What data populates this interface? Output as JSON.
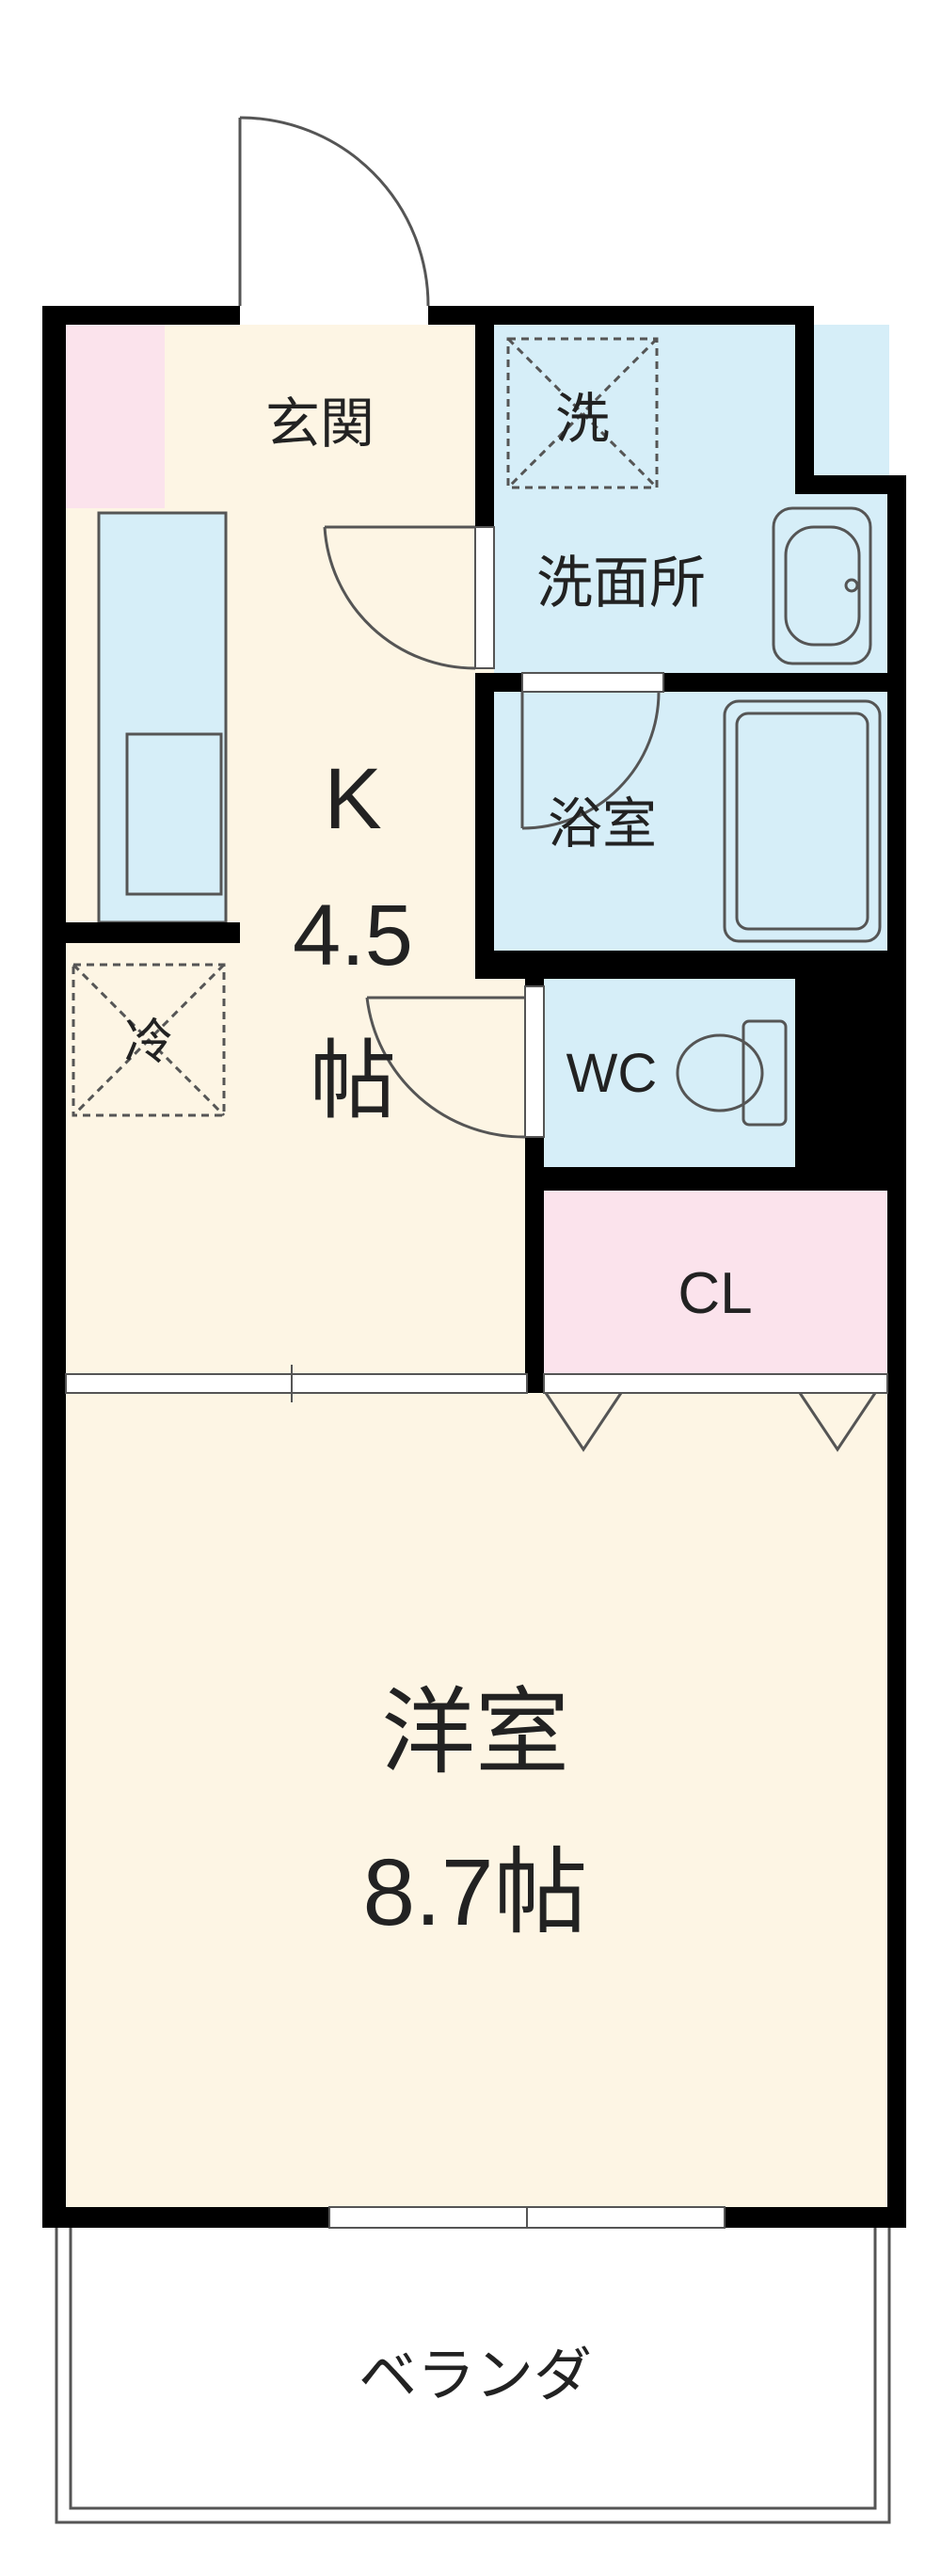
{
  "colors": {
    "wall": "#000000",
    "floor_beige": "#fdf5e4",
    "blue_wet": "#d6eef8",
    "pink_storage": "#fbe3ec",
    "fixture_line": "#555555"
  },
  "rooms": {
    "entrance": "玄関",
    "washer": "洗",
    "washroom": "洗面所",
    "bath": "浴室",
    "wc": "WC",
    "kitchen_name": "K",
    "kitchen_size": "4.5",
    "kitchen_unit": "帖",
    "fridge": "冷",
    "closet": "CL",
    "western_name": "洋室",
    "western_size": "8.7帖",
    "veranda": "ベランダ"
  }
}
